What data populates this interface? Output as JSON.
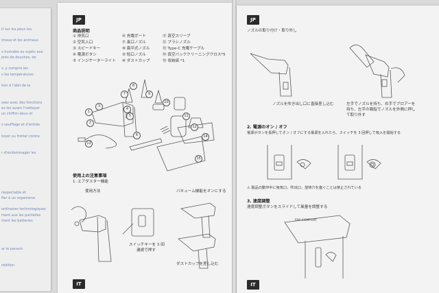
{
  "left_page": {
    "lines": [
      "it sur les peux les",
      "",
      "imaux et les animaux",
      "",
      "s humides ou sujets aux",
      "près de douches, de",
      "",
      "s, y compris les",
      "s les températures",
      "",
      "tion à l'abri de la",
      "",
      "",
      "ssez avec des fonctions",
      "ez les avant l'nettoyer",
      "un chiffon doux et",
      "",
      "z soufflage et d'entrée",
      "",
      "toyer ou frotter contre",
      "",
      "",
      "r d'endommager les",
      "",
      "",
      "",
      "",
      "",
      "",
      "respectable et",
      "ffer à un organisme",
      "",
      "ordinaires technologiques",
      "ment aux les partielles",
      "ment les batteries",
      "",
      "",
      "",
      "",
      "ar le paravis",
      "",
      "",
      "rédition"
    ]
  },
  "middle_page": {
    "lang_tag": "JP",
    "title": "商品説明",
    "parts_col1": [
      "① 排気口",
      "② 空気入口",
      "③ スピードキー",
      "④ 電源ボタン",
      "⑤ インジケーターライト"
    ],
    "parts_col2": [
      "⑥ 充電ポート",
      "⑦ 長口ノズル",
      "⑧ 扁平式ノズル",
      "⑨ 短口ノズル",
      "⑩ ダストカップ"
    ],
    "parts_col3": [
      "⑪ 真空スリーブ",
      "⑫ ブラシノズル",
      "⑬ Type-C 充電ケーブル",
      "⑭ 真空バッククリーニングクロス*5",
      "⑮ 収納袋 *1"
    ],
    "callouts": [
      "1",
      "2",
      "3",
      "4",
      "5",
      "6",
      "7",
      "8",
      "9",
      "10",
      "11",
      "12",
      "13",
      "14",
      "15"
    ],
    "usage_title": "使用上の注意事項",
    "usage_sub": "1. エアダスター機能",
    "usage_method": "使用方法",
    "vacuum_on": "バキューム機能をオンにする",
    "switch_note1": "スイッチキーを 3 回",
    "switch_note2": "連続で押す",
    "dust_cup_note": "ダストカップを差し込む",
    "bottom_tag": "IT"
  },
  "right_page": {
    "lang_tag": "JP",
    "nozzle_title": "ノズルの取り付け・取り外し",
    "nozzle_caption1": "ノズルを吹き出し口に直接差し込む",
    "nozzle_caption2a": "左手でノズルを持ち、右手でブロアーを",
    "nozzle_caption2b": "持ち、左手の親指でノズルを外側に押し",
    "nozzle_caption2c": "て取り外す",
    "power_title": "2. 電源のオン / オフ",
    "power_desc": "電源ボタンを長押してオン / オフにする電源を入れたら、スイッチを 3 回押して吸入を開始する",
    "warning": "製品の動作中に吸気口、吹出口、放熱穴を塞ぐことは禁止されている",
    "speed_title": "3. 速度調整",
    "speed_desc": "速度調整ボタンをスライドして風量を調整する",
    "brand": "FAR COMFORT",
    "bottom_tag": "IT"
  },
  "colors": {
    "paper": "#f3f3f3",
    "tag": "#2b2b2b",
    "text": "#3c3c3c",
    "left_text": "#6f86b8"
  }
}
